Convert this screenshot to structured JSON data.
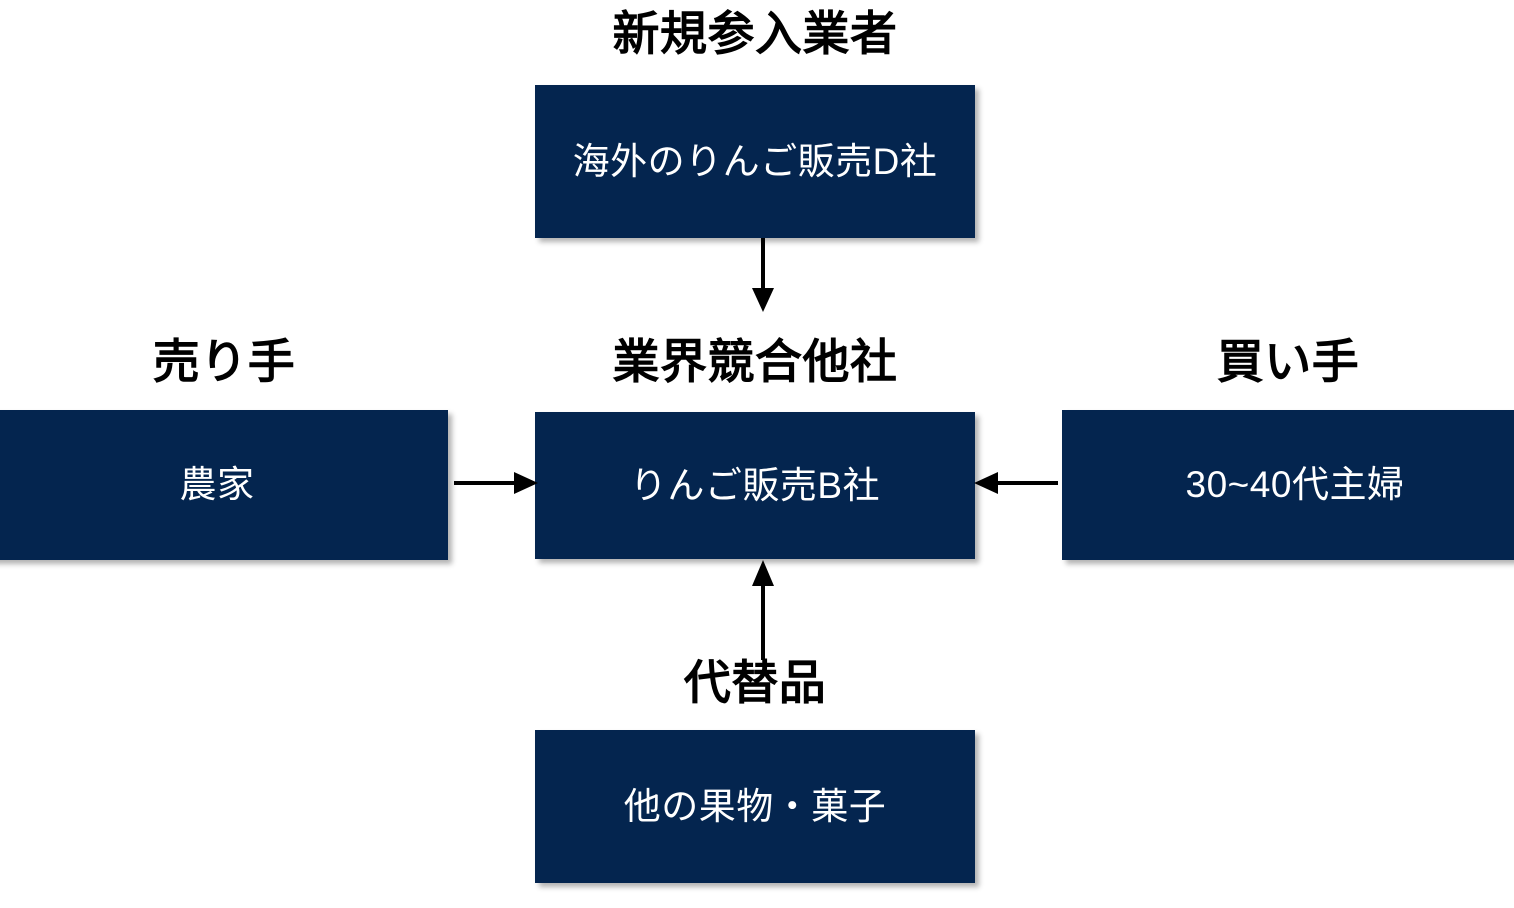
{
  "diagram": {
    "title": "5 Forces",
    "colors": {
      "box_fill": "#04254f",
      "box_text": "#ffffff",
      "heading_text": "#000000",
      "arrow": "#000000",
      "background": "#ffffff"
    },
    "nodes": {
      "new_entrant": {
        "heading": "新規参入業者",
        "label": "海外のりんご販売D社"
      },
      "competitor": {
        "heading": "業界競合他社",
        "label": "りんご販売B社"
      },
      "seller": {
        "heading": "売り手",
        "label": "農家"
      },
      "buyer": {
        "heading": "買い手",
        "label": "30~40代主婦"
      },
      "substitute": {
        "heading": "代替品",
        "label": "他の果物・菓子"
      }
    },
    "arrows": [
      {
        "name": "entrant-to-competitor",
        "direction": "down"
      },
      {
        "name": "seller-to-competitor",
        "direction": "right"
      },
      {
        "name": "buyer-to-competitor",
        "direction": "left"
      },
      {
        "name": "substitute-to-competitor",
        "direction": "up"
      }
    ]
  }
}
